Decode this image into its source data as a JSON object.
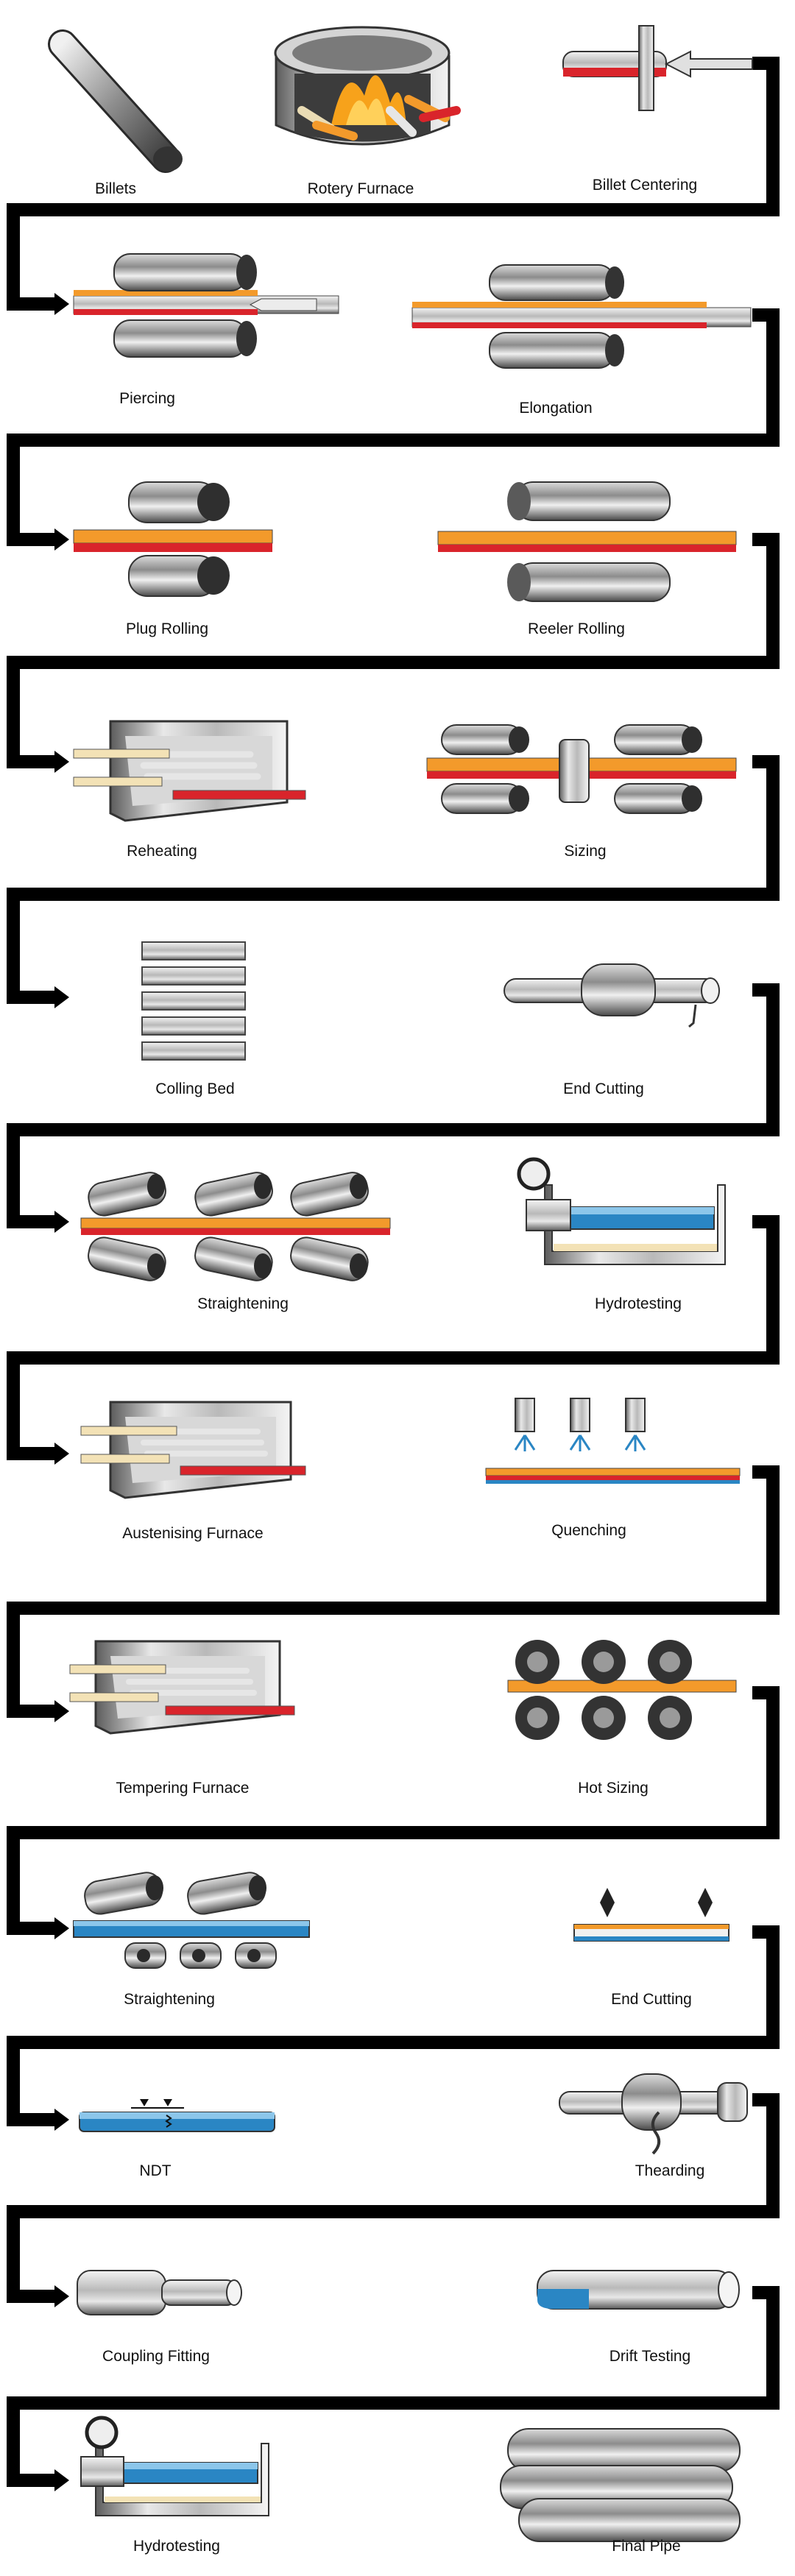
{
  "steps": [
    {
      "label": "Billets",
      "icon": "billet-icon"
    },
    {
      "label": "Rotery Furnace",
      "icon": "furnace-icon"
    },
    {
      "label": "Billet Centering",
      "icon": "centering-icon"
    },
    {
      "label": "Piercing",
      "icon": "piercing-icon"
    },
    {
      "label": "Elongation",
      "icon": "elongation-icon"
    },
    {
      "label": "Plug Rolling",
      "icon": "plug-rolling-icon"
    },
    {
      "label": "Reeler Rolling",
      "icon": "reeler-rolling-icon"
    },
    {
      "label": "Reheating",
      "icon": "reheating-furnace-icon"
    },
    {
      "label": "Sizing",
      "icon": "sizing-icon"
    },
    {
      "label": "Colling Bed",
      "icon": "cooling-bed-icon"
    },
    {
      "label": "End Cutting",
      "icon": "end-cutting-icon"
    },
    {
      "label": "Straightening",
      "icon": "straightening-icon"
    },
    {
      "label": "Hydrotesting",
      "icon": "hydrotesting-icon"
    },
    {
      "label": "Austenising Furnace",
      "icon": "austenising-furnace-icon"
    },
    {
      "label": "Quenching",
      "icon": "quenching-icon"
    },
    {
      "label": "Tempering Furnace",
      "icon": "tempering-furnace-icon"
    },
    {
      "label": "Hot Sizing",
      "icon": "hot-sizing-icon"
    },
    {
      "label": "Straightening",
      "icon": "straightening-icon"
    },
    {
      "label": "End Cutting",
      "icon": "end-cutting-icon"
    },
    {
      "label": "NDT",
      "icon": "ndt-icon"
    },
    {
      "label": "Thearding",
      "icon": "threading-icon"
    },
    {
      "label": "Coupling Fitting",
      "icon": "coupling-fitting-icon"
    },
    {
      "label": "Drift Testing",
      "icon": "drift-testing-icon"
    },
    {
      "label": "Hydrotesting",
      "icon": "hydrotesting-icon"
    },
    {
      "label": "Final Pipe",
      "icon": "final-pipe-icon"
    }
  ],
  "colors": {
    "connector": "#000000",
    "steel_light": "#e6e6e6",
    "steel_mid": "#9a9a9a",
    "steel_dark": "#3a3a3a",
    "hot_red": "#d9242b",
    "hot_orange": "#f39a2b",
    "cool_blue": "#2a86c4",
    "cream": "#f3e2b6",
    "flame": "#f7a21b"
  }
}
